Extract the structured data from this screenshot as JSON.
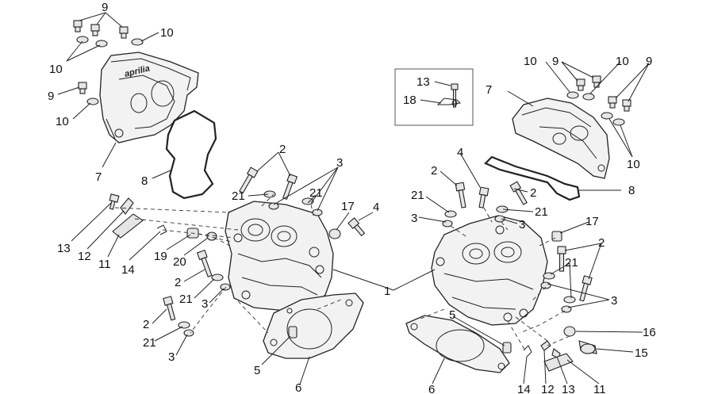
{
  "diagram": {
    "logo_text": "aprilia",
    "callouts": [
      {
        "text": "9"
      },
      {
        "text": "10"
      },
      {
        "text": "10"
      },
      {
        "text": "9"
      },
      {
        "text": "10"
      },
      {
        "text": "7"
      },
      {
        "text": "8"
      },
      {
        "text": "2"
      },
      {
        "text": "3"
      },
      {
        "text": "21"
      },
      {
        "text": "21"
      },
      {
        "text": "17"
      },
      {
        "text": "4"
      },
      {
        "text": "13"
      },
      {
        "text": "12"
      },
      {
        "text": "11"
      },
      {
        "text": "14"
      },
      {
        "text": "19"
      },
      {
        "text": "20"
      },
      {
        "text": "2"
      },
      {
        "text": "21"
      },
      {
        "text": "3"
      },
      {
        "text": "2"
      },
      {
        "text": "21"
      },
      {
        "text": "3"
      },
      {
        "text": "5"
      },
      {
        "text": "6"
      },
      {
        "text": "1"
      },
      {
        "text": "13"
      },
      {
        "text": "18"
      },
      {
        "text": "10"
      },
      {
        "text": "9"
      },
      {
        "text": "10"
      },
      {
        "text": "9"
      },
      {
        "text": "7"
      },
      {
        "text": "10"
      },
      {
        "text": "4"
      },
      {
        "text": "2"
      },
      {
        "text": "2"
      },
      {
        "text": "21"
      },
      {
        "text": "21"
      },
      {
        "text": "3"
      },
      {
        "text": "3"
      },
      {
        "text": "8"
      },
      {
        "text": "17"
      },
      {
        "text": "2"
      },
      {
        "text": "21"
      },
      {
        "text": "3"
      },
      {
        "text": "16"
      },
      {
        "text": "15"
      },
      {
        "text": "5"
      },
      {
        "text": "6"
      },
      {
        "text": "14"
      },
      {
        "text": "12"
      },
      {
        "text": "13"
      },
      {
        "text": "11"
      }
    ]
  }
}
